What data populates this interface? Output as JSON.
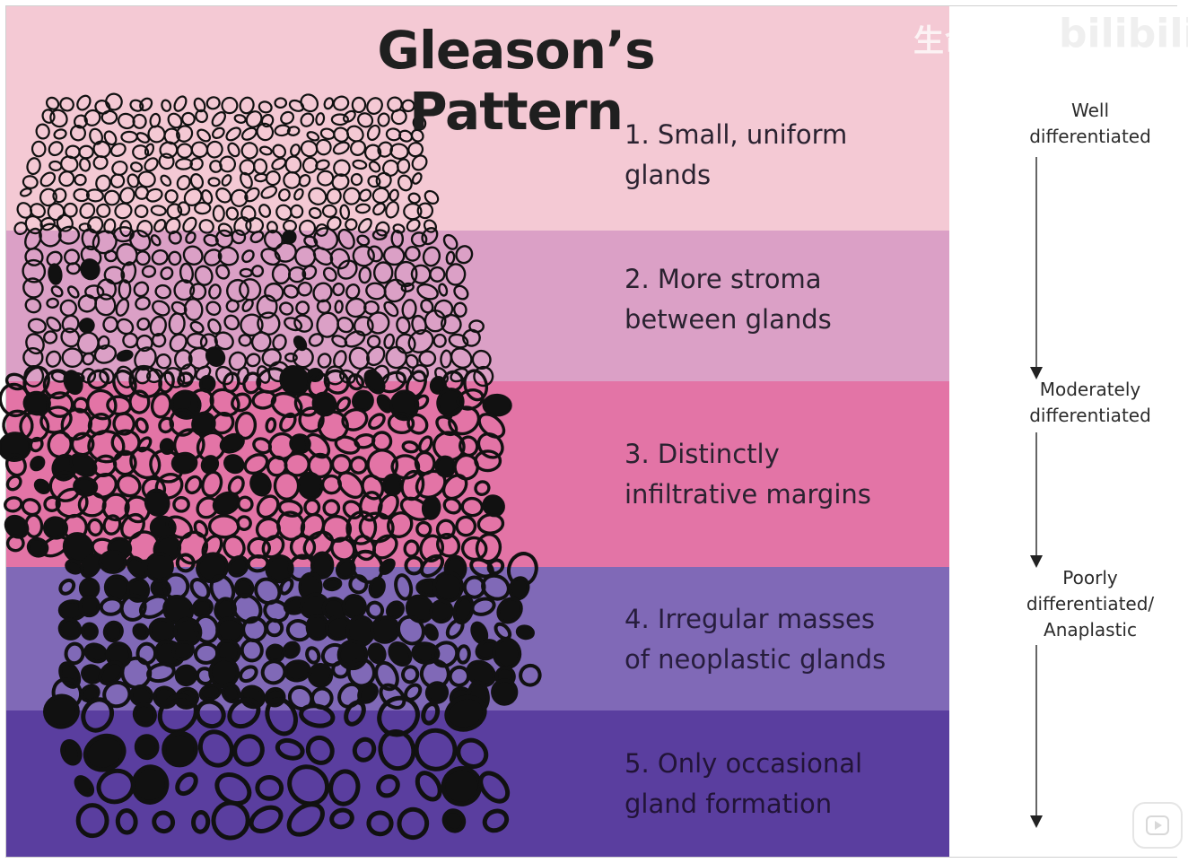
{
  "title": "Gleason’s Pattern",
  "patterns": [
    {
      "line1": "1. Small, uniform",
      "line2": "glands"
    },
    {
      "line1": "2. More stroma",
      "line2": "between glands"
    },
    {
      "line1": "3. Distinctly",
      "line2": "infiltrative margins"
    },
    {
      "line1": "4. Irregular masses",
      "line2": "of neoplastic glands"
    },
    {
      "line1": "5. Only occasional",
      "line2": "gland formation"
    }
  ],
  "differentiation": [
    {
      "line1": "Well",
      "line2": "differentiated",
      "line3": ""
    },
    {
      "line1": "Moderately",
      "line2": "differentiated",
      "line3": ""
    },
    {
      "line1": "Poorly",
      "line2": "differentiated/",
      "line3": "Anaplastic"
    }
  ],
  "watermark": "生命中国",
  "watermark_logo": "bilibili",
  "colors": {
    "band1": "#f4c9d4",
    "band2": "#dba0c6",
    "band3": "#e374a6",
    "band4": "#8069b7",
    "band5": "#5a3e9f"
  }
}
